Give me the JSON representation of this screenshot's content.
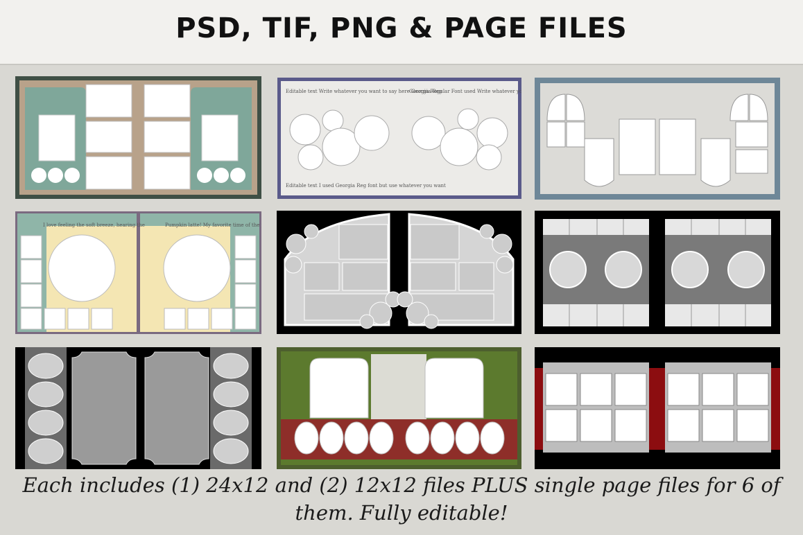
{
  "header": {
    "title": "PSD, TIF, PNG & PAGE FILES"
  },
  "templates": {
    "t2": {
      "line_top_left": "Editable text Write whatever you want to say here Georgia Reg",
      "line_top_right": "Georgia Regular Font used Write whatever you want here",
      "line_bottom": "Editable text I used Georgia Reg font but use whatever you want"
    },
    "t4": {
      "quote_left": "I love feeling the soft breeze, hearing the",
      "quote_right": "Pumpkin latte! My favorite time of the year!"
    }
  },
  "caption": {
    "line1": "Each includes (1) 24x12 and (2) 12x12 files PLUS single page files for 6 of",
    "line2": "them. Fully editable!"
  }
}
